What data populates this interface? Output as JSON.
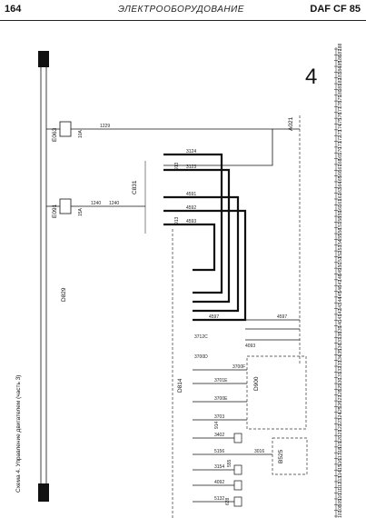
{
  "header": {
    "page_number": "164",
    "section_title": "ЭЛЕКТРООБОРУДОВАНИЕ",
    "model": "DAF CF 85"
  },
  "diagram": {
    "caption": "Схема 4. Управление двигателем (часть 3)",
    "sheet_number": "4",
    "components": {
      "fuse_e063": "E063",
      "fuse_e063_rating": "10A",
      "fuse_e091": "E091",
      "fuse_e091_rating": "15A",
      "connector_d829": "D829",
      "connector_d814": "D814",
      "connector_d900": "D900",
      "connector_b525": "B525",
      "connector_a021": "A021",
      "connector_c831": "C831",
      "node_913a": "913",
      "node_913b": "913",
      "node_914": "914",
      "node_555": "555",
      "node_628": "628"
    },
    "wire_labels": [
      "1229",
      "1240",
      "1240",
      "4597",
      "4597",
      "3124",
      "3123",
      "4591",
      "4592",
      "4593",
      "3700F",
      "3701E",
      "3700E",
      "3703",
      "3402",
      "5156",
      "3016",
      "3154",
      "4092",
      "5132",
      "4093",
      "3700D",
      "3712C"
    ],
    "ruler": [
      "188",
      "187",
      "186",
      "185",
      "184",
      "183",
      "182",
      "181",
      "180",
      "179",
      "178",
      "177",
      "176",
      "175",
      "174",
      "173",
      "172",
      "171",
      "170",
      "169",
      "168",
      "167",
      "166",
      "165",
      "164",
      "163",
      "162",
      "161",
      "160",
      "159",
      "158",
      "157",
      "156",
      "155",
      "154",
      "153",
      "152",
      "151",
      "150",
      "149",
      "148",
      "147",
      "146",
      "145",
      "144",
      "143",
      "142",
      "141",
      "140",
      "139",
      "138",
      "137",
      "136",
      "135",
      "134",
      "133",
      "132",
      "131",
      "130",
      "129",
      "128",
      "127",
      "126",
      "125",
      "124",
      "123",
      "122",
      "121",
      "120",
      "119",
      "118",
      "117",
      "116",
      "115",
      "114",
      "113",
      "112",
      "111",
      "110",
      "109",
      "108",
      "107"
    ]
  }
}
